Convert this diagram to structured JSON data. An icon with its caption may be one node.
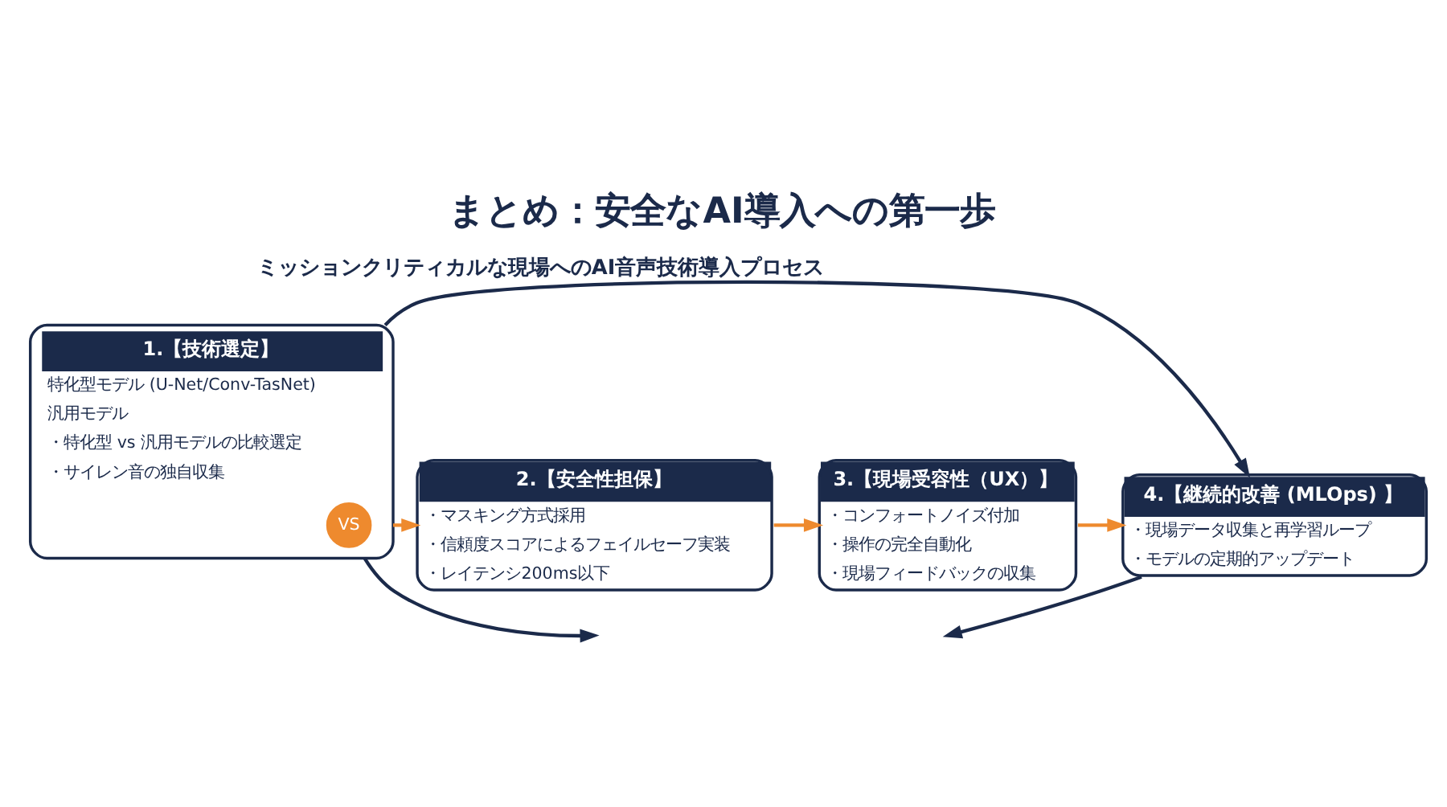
{
  "diagram": {
    "title": "まとめ：安全なAI導入への第一歩",
    "nodes": [
      {
        "text": [
          "1.【技術選定】",
          "特化型モデル (U-Net/Conv-TasNet)",
          "汎用モデル",
          "・特化型 vs 汎用モデルの比較選定",
          "・サイレン音の独自収集"
        ]
      },
      {
        "text": [
          "VS"
        ],
        "in": 0
      },
      {
        "text": [
          "2.【安全性担保】",
          "・マスキング方式採用",
          "・信頼度スコアによるフェイルセーフ実装",
          "・レイテンシ200ms以下"
        ]
      },
      {
        "text": [
          "3.【現場受容性（UX）】",
          "・コンフォートノイズ付加",
          "・操作の完全自動化",
          "・現場フィードバックの収集"
        ]
      },
      {
        "text": [
          "4.【継続的改善 (MLOps) 】",
          "・現場データ収集と再学習ループ",
          "・モデルの定期的アップデート"
        ]
      }
    ],
    "edges": [
      {
        "from": 0,
        "to": 4,
        "arrow": "to",
        "label": "ミッションクリティカルな現場へのAI音声技術導入プロセス",
        "color": "#1b2a4a"
      },
      {
        "from": 0,
        "to": 2,
        "arrow": "to",
        "color": "#ee8a2e"
      },
      {
        "from": 2,
        "to": 3,
        "arrow": "to",
        "color": "#ee8a2e"
      },
      {
        "from": 3,
        "to": 4,
        "arrow": "to",
        "color": "#ee8a2e"
      },
      {
        "from": 0,
        "to": null,
        "arrow": "to",
        "color": "#1b2a4a"
      },
      {
        "from": 4,
        "to": null,
        "arrow": "to",
        "color": "#1b2a4a"
      }
    ]
  }
}
